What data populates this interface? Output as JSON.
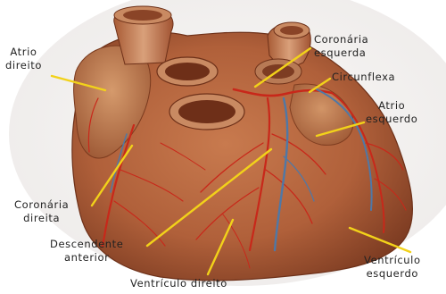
{
  "labels": {
    "atrio_direito": [
      "Atrio",
      "direito"
    ],
    "coronaria_esquerda": [
      "Coronária",
      "esquerda"
    ],
    "circunflexa": "Circunflexa",
    "atrio_esquerdo": [
      "Atrio",
      "esquerdo"
    ],
    "coronaria_direita": [
      "Coronária",
      "direita"
    ],
    "descendente_anterior": [
      "Descendente",
      "anterior"
    ],
    "ventriculo_direito": "Ventrículo direito",
    "ventriculo_esquerdo": [
      "Ventrículo",
      "esquerdo"
    ]
  },
  "colors": {
    "leader_line": "#f2d21a",
    "heart_muscle": "#b5653d",
    "artery": "#c8281a",
    "vein": "#4f78a6"
  }
}
